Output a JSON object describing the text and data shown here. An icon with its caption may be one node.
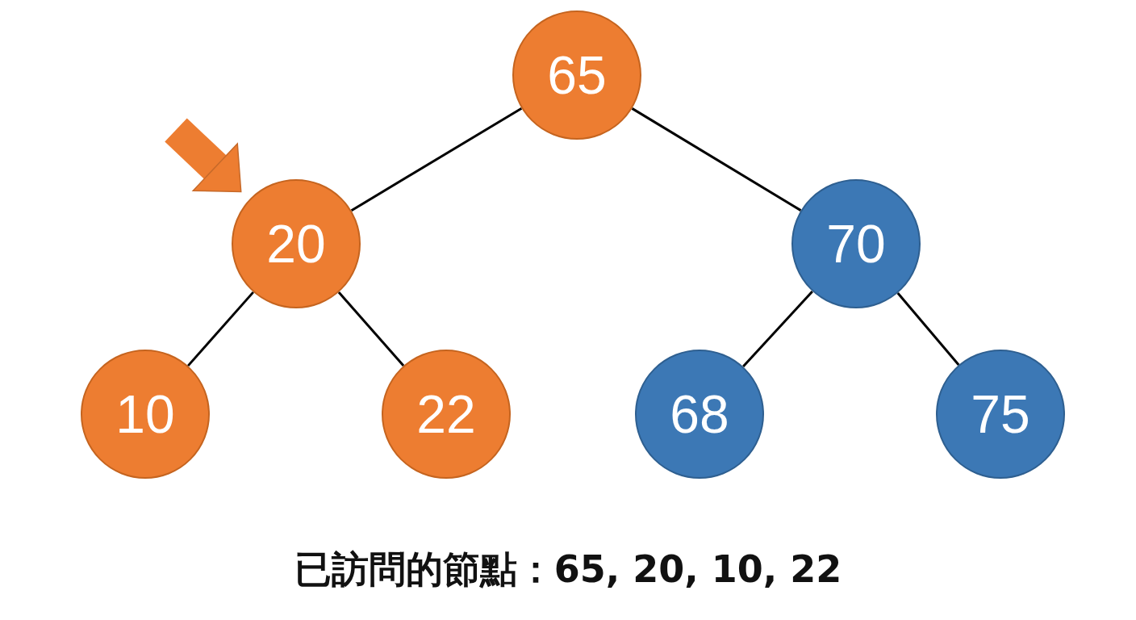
{
  "diagram": {
    "caption": "已訪問的節點：65, 20, 10, 22",
    "nodes": [
      {
        "text": [
          "65"
        ]
      },
      {
        "text": [
          "20"
        ]
      },
      {
        "text": [
          "70"
        ]
      },
      {
        "text": [
          "10"
        ]
      },
      {
        "text": [
          "22"
        ]
      },
      {
        "text": [
          "68"
        ]
      },
      {
        "text": [
          "75"
        ]
      }
    ],
    "edges": [
      {
        "from": 0,
        "to": 1,
        "arrow": "none"
      },
      {
        "from": 0,
        "to": 2,
        "arrow": "none"
      },
      {
        "from": 1,
        "to": 3,
        "arrow": "none"
      },
      {
        "from": 1,
        "to": 4,
        "arrow": "none"
      },
      {
        "from": 2,
        "to": 5,
        "arrow": "none"
      },
      {
        "from": 2,
        "to": 6,
        "arrow": "none"
      },
      {
        "from": null,
        "to": 1,
        "arrow": "to",
        "style": "thick",
        "color": "#ed7d31"
      }
    ]
  }
}
